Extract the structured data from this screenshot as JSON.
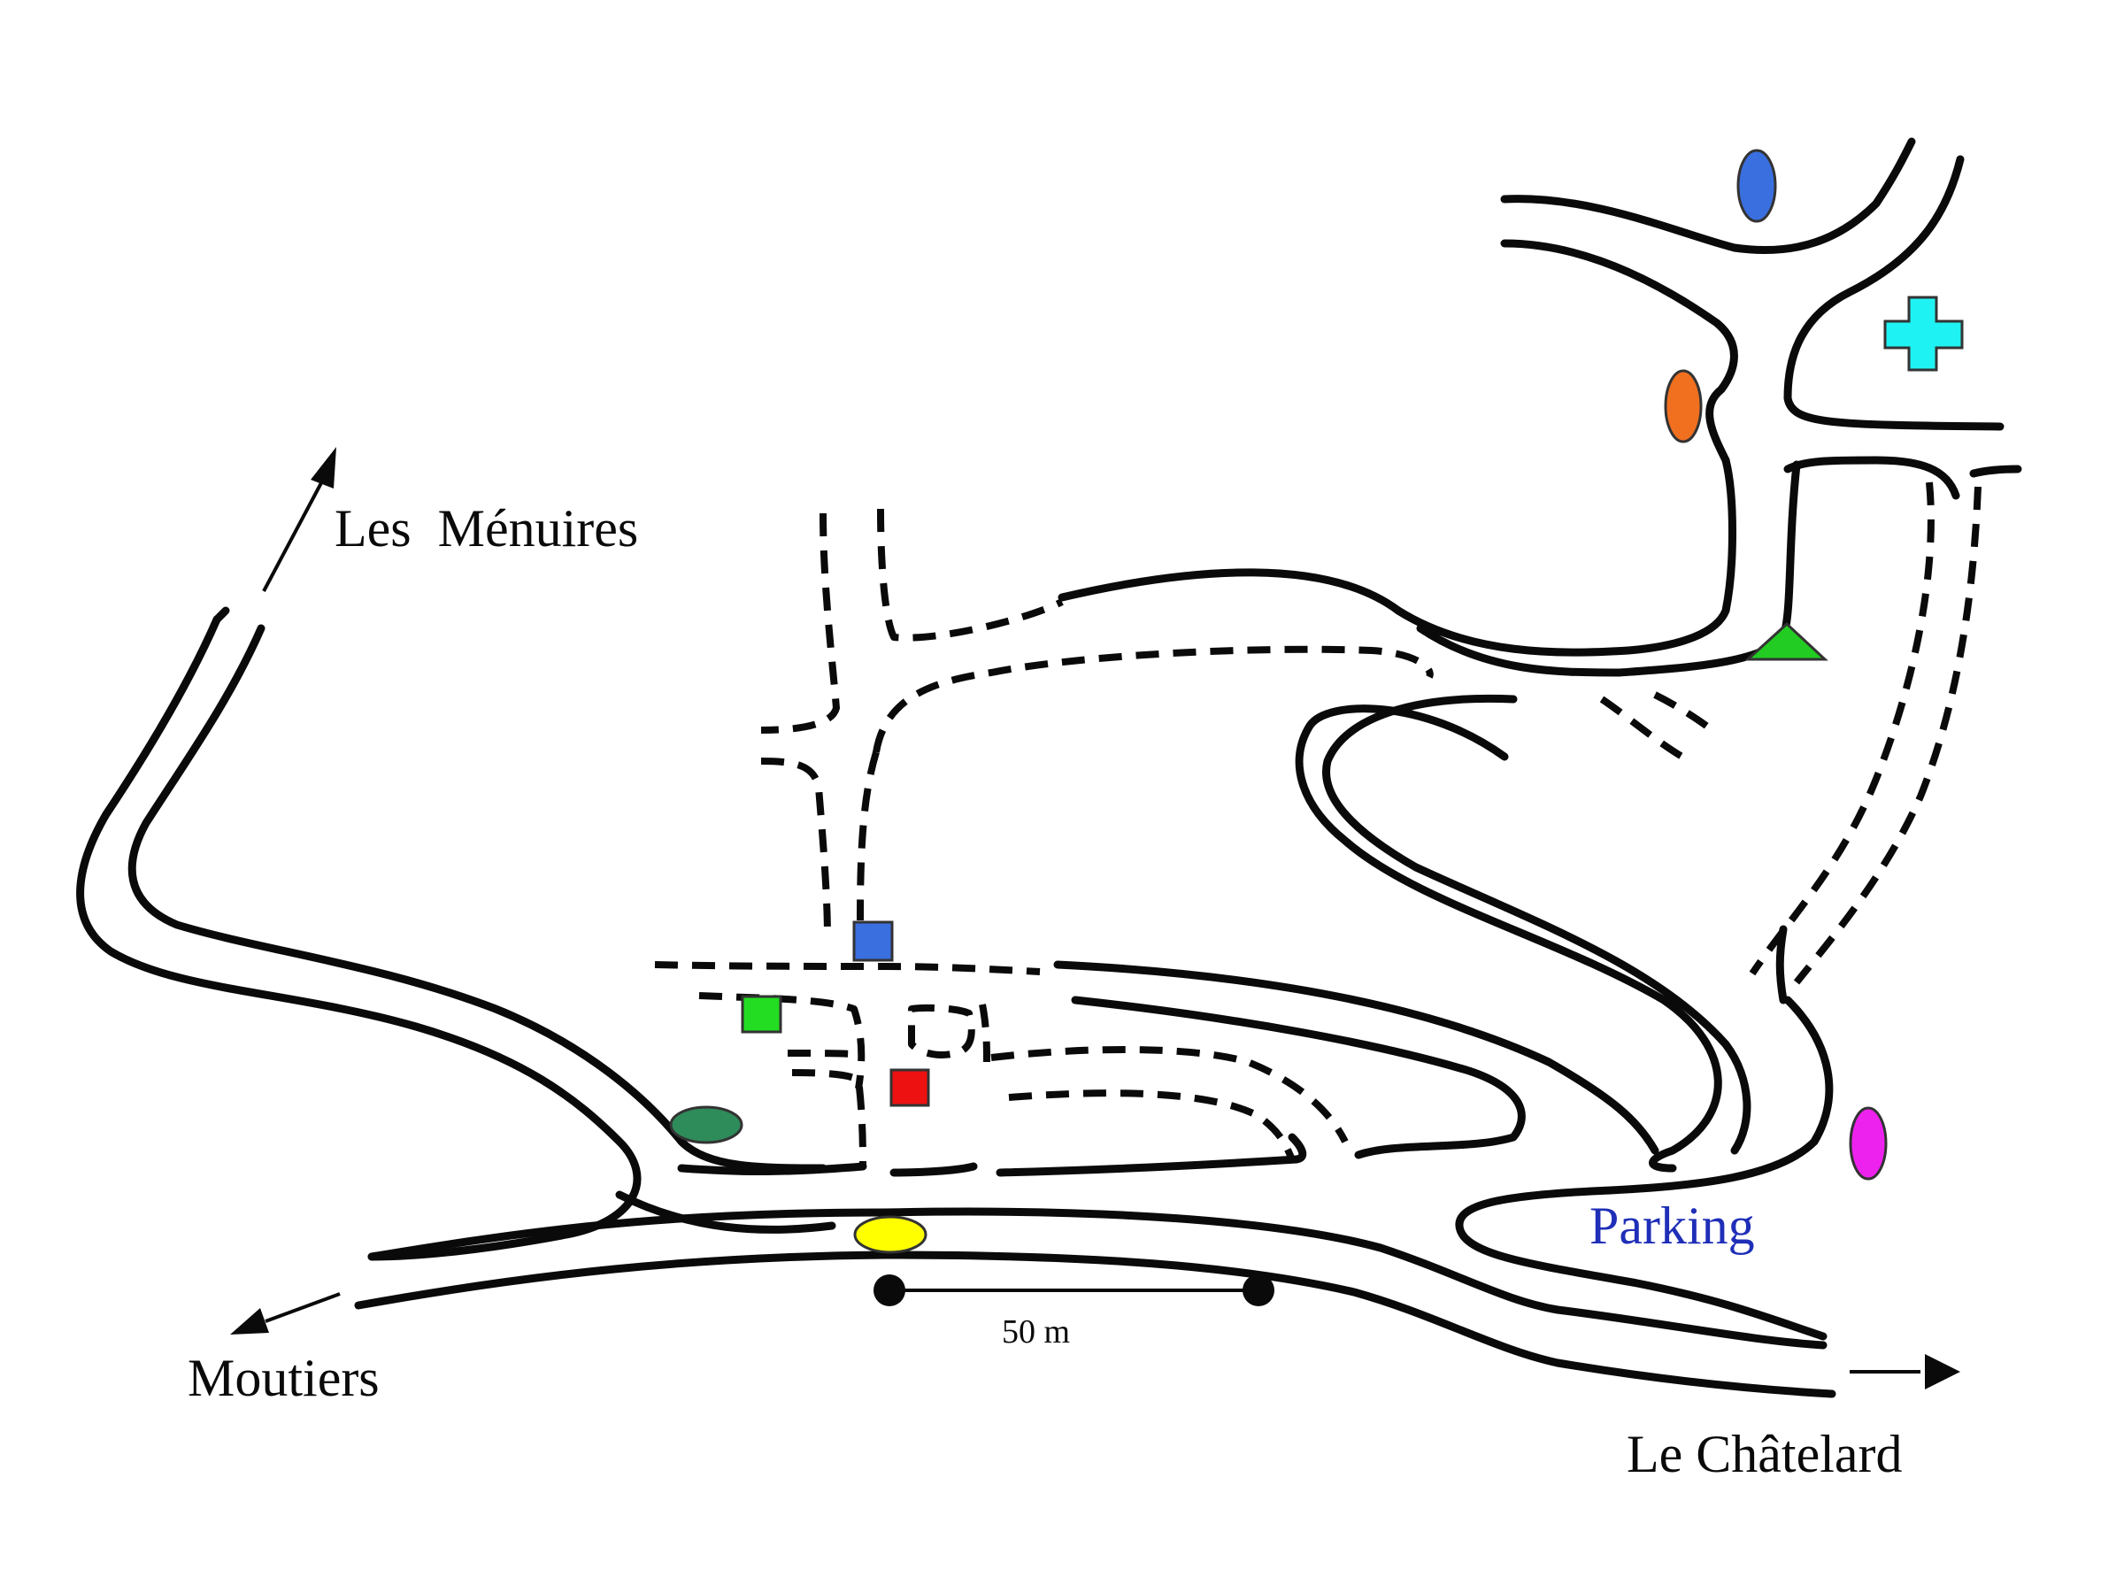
{
  "labels": {
    "les_menuires": "Les  Ménuires",
    "moutiers": "Moutiers",
    "le_chatelard": "Le Châtelard",
    "parking": "Parking",
    "scale": "50 m"
  },
  "colors": {
    "road": "#0a0a0a",
    "parking_text": "#1f2fb8",
    "blue_oval": "#3a6fe0",
    "cyan_cross": "#1ff2f2",
    "orange_oval": "#f07020",
    "green_triangle": "#22cc22",
    "blue_square": "#3a6fe0",
    "green_square": "#22dd22",
    "red_square": "#ee1111",
    "dark_green_oval": "#2e8b5a",
    "yellow_oval": "#ffff00",
    "magenta_oval": "#ee22ee"
  },
  "markers": [
    {
      "name": "blue-oval-marker",
      "shape": "oval",
      "color": "#3a6fe0"
    },
    {
      "name": "cyan-cross-marker",
      "shape": "cross",
      "color": "#1ff2f2"
    },
    {
      "name": "orange-oval-marker",
      "shape": "oval",
      "color": "#f07020"
    },
    {
      "name": "green-triangle-marker",
      "shape": "triangle",
      "color": "#22cc22"
    },
    {
      "name": "blue-square-marker",
      "shape": "square",
      "color": "#3a6fe0"
    },
    {
      "name": "green-square-marker",
      "shape": "square",
      "color": "#22dd22"
    },
    {
      "name": "red-square-marker",
      "shape": "square",
      "color": "#ee1111"
    },
    {
      "name": "dark-green-oval-marker",
      "shape": "oval",
      "color": "#2e8b5a"
    },
    {
      "name": "yellow-oval-marker",
      "shape": "oval",
      "color": "#ffff00"
    },
    {
      "name": "magenta-oval-marker",
      "shape": "oval",
      "color": "#ee22ee"
    }
  ]
}
